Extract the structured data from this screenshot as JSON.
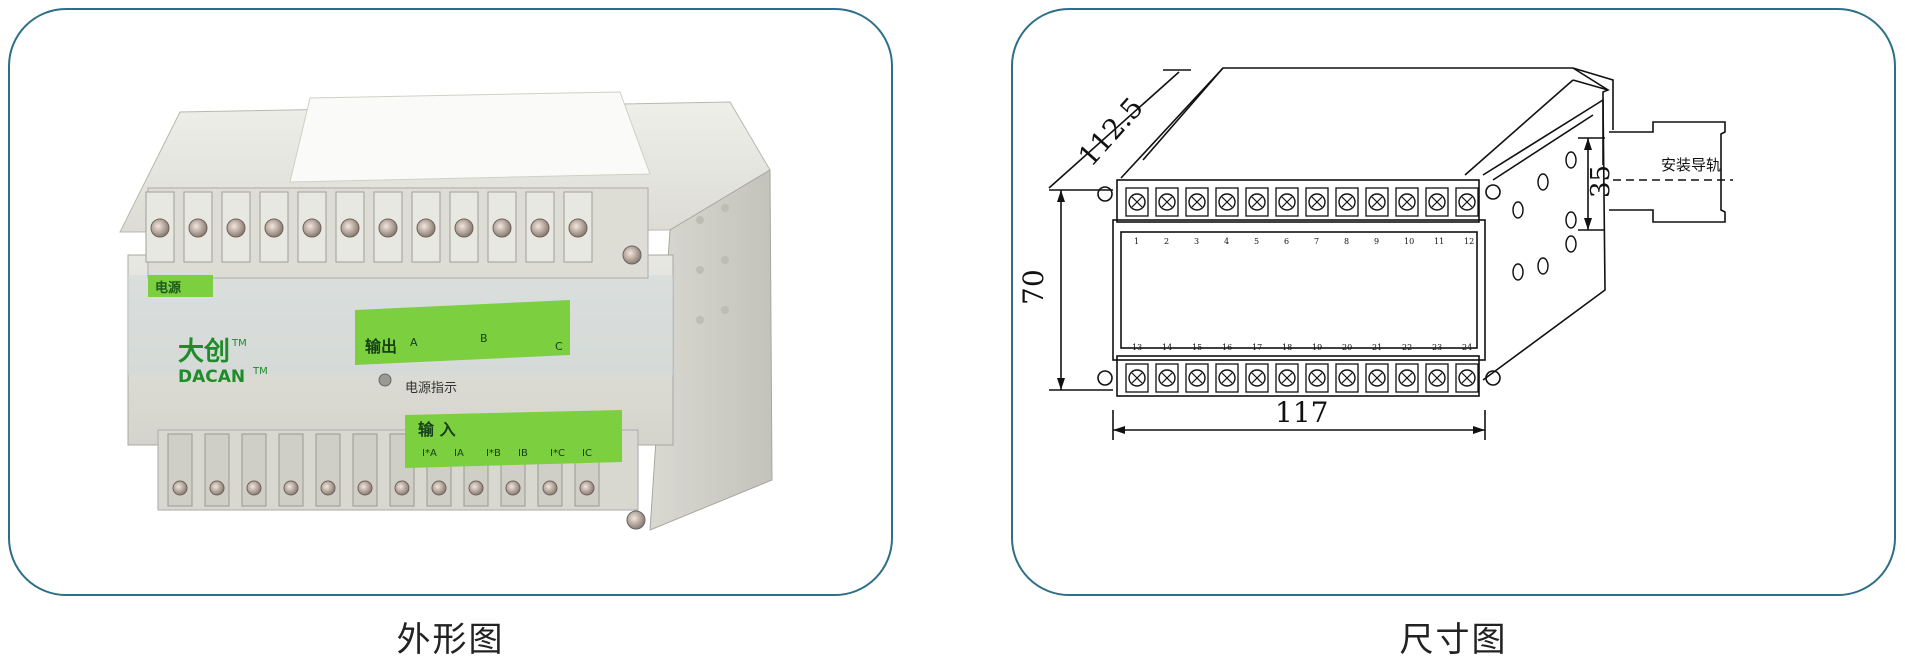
{
  "left": {
    "caption": "外形图",
    "brand_cn": "大创",
    "brand_tm": "TM",
    "brand_en": "DACAN",
    "power_label": "电源",
    "power_indicator_label": "电源指示",
    "output_label": "输出",
    "input_label": "输 入",
    "output_phases": [
      "A",
      "B",
      "C"
    ],
    "input_terms": [
      "I*A",
      "IA",
      "I*B",
      "IB",
      "I*C",
      "IC"
    ]
  },
  "right": {
    "caption": "尺寸图",
    "dim_depth": "112.5",
    "dim_height": "70",
    "dim_width": "117",
    "dim_rail": "35",
    "rail_label": "安装导轨",
    "top_terminals": [
      "1",
      "2",
      "3",
      "4",
      "5",
      "6",
      "7",
      "8",
      "9",
      "10",
      "11",
      "12"
    ],
    "bottom_terminals": [
      "13",
      "14",
      "15",
      "16",
      "17",
      "18",
      "19",
      "20",
      "21",
      "22",
      "23",
      "24"
    ]
  },
  "colors": {
    "frame": "#2c6f87",
    "label_green": "#7ccf3f",
    "housing": "#e6e6e0"
  }
}
